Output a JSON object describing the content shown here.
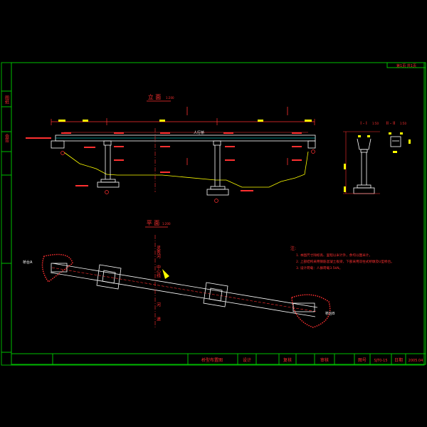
{
  "drawing": {
    "sheet_tag": "第1页 共1页",
    "left_margin_labels": [
      "图纸",
      "会签"
    ],
    "elevation_title": "立 面",
    "elevation_scale": "1:200",
    "plan_title": "平 面",
    "plan_scale": "1:200",
    "section1_title": "I - I",
    "section1_scale": "1:50",
    "section2_title": "II - II",
    "section2_scale": "1:50",
    "deck_label": "人行桥",
    "plan_river_label_1": "灵秀河",
    "plan_river_label_2": "中心线",
    "plan_river_label_3": "河",
    "plan_river_label_4": "道",
    "abutment_left_label": "桥台A",
    "abutment_right_label": "桥台B",
    "notes_heading": "注:",
    "notes": [
      "1. 本图尺寸除标高、里程以米计外，余均以厘米计。",
      "2. 上部结构采用钢筋混凝土板梁，下部采用双柱式桥墩及U型桥台。",
      "3. 设计荷载：人群荷载3.5kN。"
    ],
    "title_block": {
      "drawing_name": "桥型布置图",
      "design_label": "设计",
      "review_label": "复核",
      "approve_label": "审核",
      "drawing_no_label": "图号",
      "drawing_no": "SJT0-15",
      "date_label": "日期",
      "date": "2005.04"
    }
  }
}
